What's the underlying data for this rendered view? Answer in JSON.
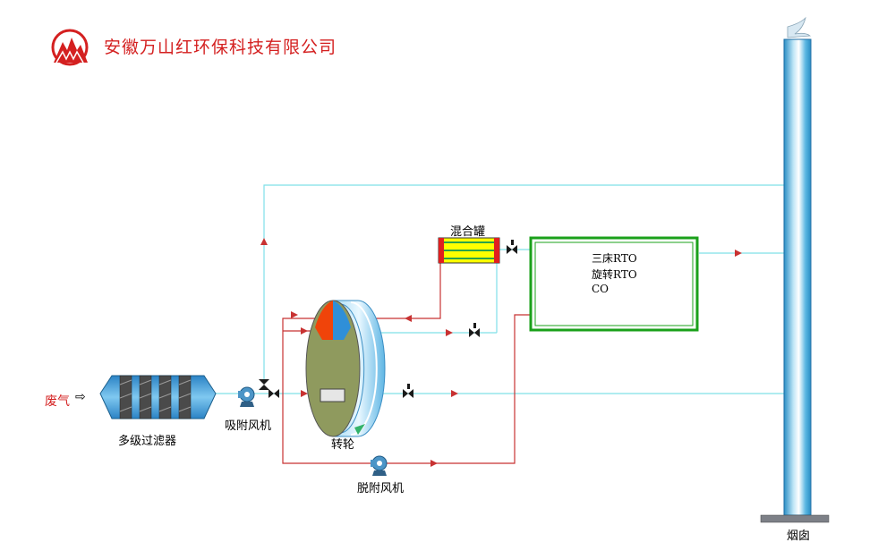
{
  "company": {
    "name": "安徽万山红环保科技有限公司"
  },
  "labels": {
    "waste_gas": "废气",
    "waste_gas_arrow": "⇨",
    "filter": "多级过滤器",
    "adsorption_fan": "吸附风机",
    "rotor": "转轮",
    "desorption_fan": "脱附风机",
    "mixing_tank": "混合罐",
    "chimney": "烟囱"
  },
  "rto_box": {
    "lines": [
      "三床RTO",
      "旋转RTO",
      "CO"
    ]
  },
  "colors": {
    "brand_red": "#d42020",
    "clean_line": "#7fe0e8",
    "hot_line": "#c83232",
    "rto_border": "#1aa01a",
    "rotor_body": "#8f9a5e",
    "rotor_side": "#7fc4ee",
    "chimney": "#4aaedb"
  },
  "icons": [
    "logo-mountain-icon",
    "fan-icon",
    "valve-icon",
    "flow-arrow-icon"
  ]
}
